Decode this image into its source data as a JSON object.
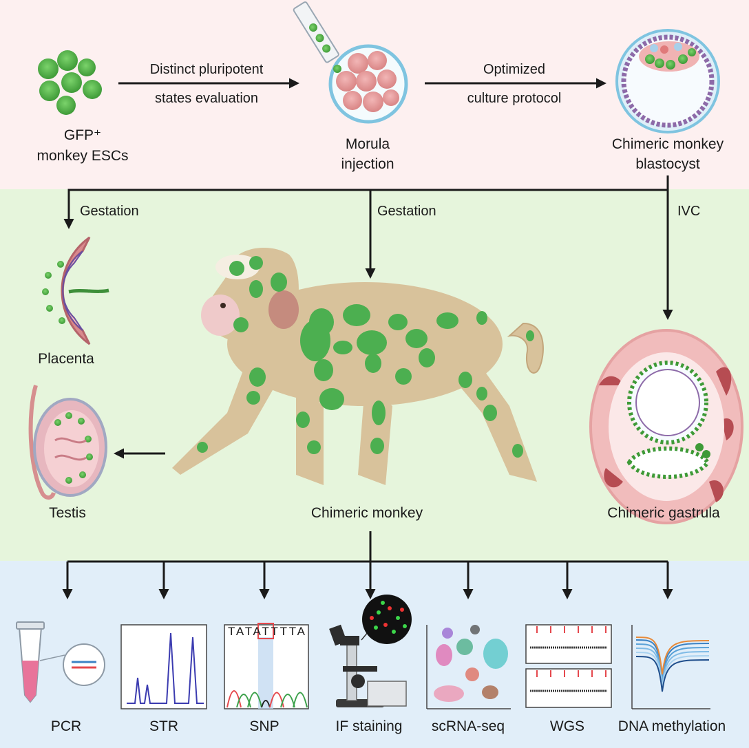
{
  "top": {
    "source_label_line1": "GFP⁺",
    "source_label_line2": "monkey ESCs",
    "arrow1_line1": "Distinct pluripotent",
    "arrow1_line2": "states evaluation",
    "morula_line1": "Morula",
    "morula_line2": "injection",
    "arrow2_line1": "Optimized",
    "arrow2_line2": "culture protocol",
    "blastocyst_line1": "Chimeric monkey",
    "blastocyst_line2": "blastocyst"
  },
  "middle": {
    "gestation_left": "Gestation",
    "gestation_center": "Gestation",
    "ivc": "IVC",
    "placenta": "Placenta",
    "testis": "Testis",
    "monkey": "Chimeric monkey",
    "gastrula": "Chimeric gastrula"
  },
  "analyses": {
    "items": [
      "PCR",
      "STR",
      "SNP",
      "IF staining",
      "scRNA-seq",
      "WGS",
      "DNA methylation"
    ],
    "snp_sequence": "TATATTTTA"
  },
  "colors": {
    "top_band": "#fdf0f0",
    "middle_band": "#e6f5dc",
    "bottom_band": "#e1eef9",
    "gfp_green": "#4caf50",
    "cell_pink": "#e79a9a",
    "monkey_tan": "#d8c29b"
  }
}
